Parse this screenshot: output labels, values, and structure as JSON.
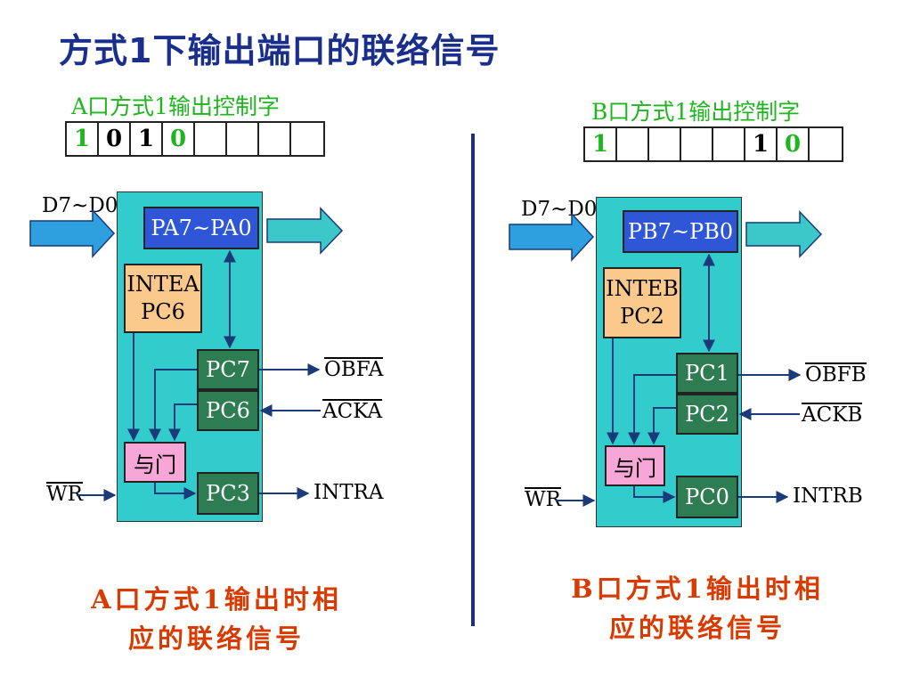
{
  "title": "方式1下输出端口的联络信号",
  "port_a": {
    "control_label": "A口方式1输出控制字",
    "bits": [
      "1",
      "0",
      "1",
      "0",
      "",
      "",
      "",
      ""
    ],
    "bus_label": "D7~D0",
    "data_reg": "PA7~PA0",
    "inte_line1": "INTEA",
    "inte_line2": "PC6",
    "pc_top": "PC7",
    "pc_mid": "PC6",
    "and_gate": "与门",
    "pc_out": "PC3",
    "wr_label": "WR",
    "sig_obf": "OBFA",
    "sig_ack": "ACKA",
    "sig_intr": "INTRA",
    "caption_line1": "A口方式1输出时相",
    "caption_line2": "应的联络信号"
  },
  "port_b": {
    "control_label": "B口方式1输出控制字",
    "bits": [
      "1",
      "",
      "",
      "",
      "",
      "1",
      "0",
      ""
    ],
    "bus_label": "D7~D0",
    "data_reg": "PB7~PB0",
    "inte_line1": "INTEB",
    "inte_line2": "PC2",
    "pc_top": "PC1",
    "pc_mid": "PC2",
    "and_gate": "与门",
    "pc_out": "PC0",
    "wr_label": "WR",
    "sig_obf": "OBFB",
    "sig_ack": "ACKB",
    "sig_intr": "INTRB",
    "caption_line1": "B口方式1输出时相",
    "caption_line2": "应的联络信号"
  },
  "colors": {
    "title": "#1a2f8c",
    "control_label": "#1fb51f",
    "chip": "#33cccc",
    "data_reg": "#2e56d6",
    "inte": "#fcc98c",
    "pc": "#2e7d52",
    "and_gate": "#f7a6d8",
    "caption": "#d93a00",
    "wire": "#1a3a7a"
  }
}
